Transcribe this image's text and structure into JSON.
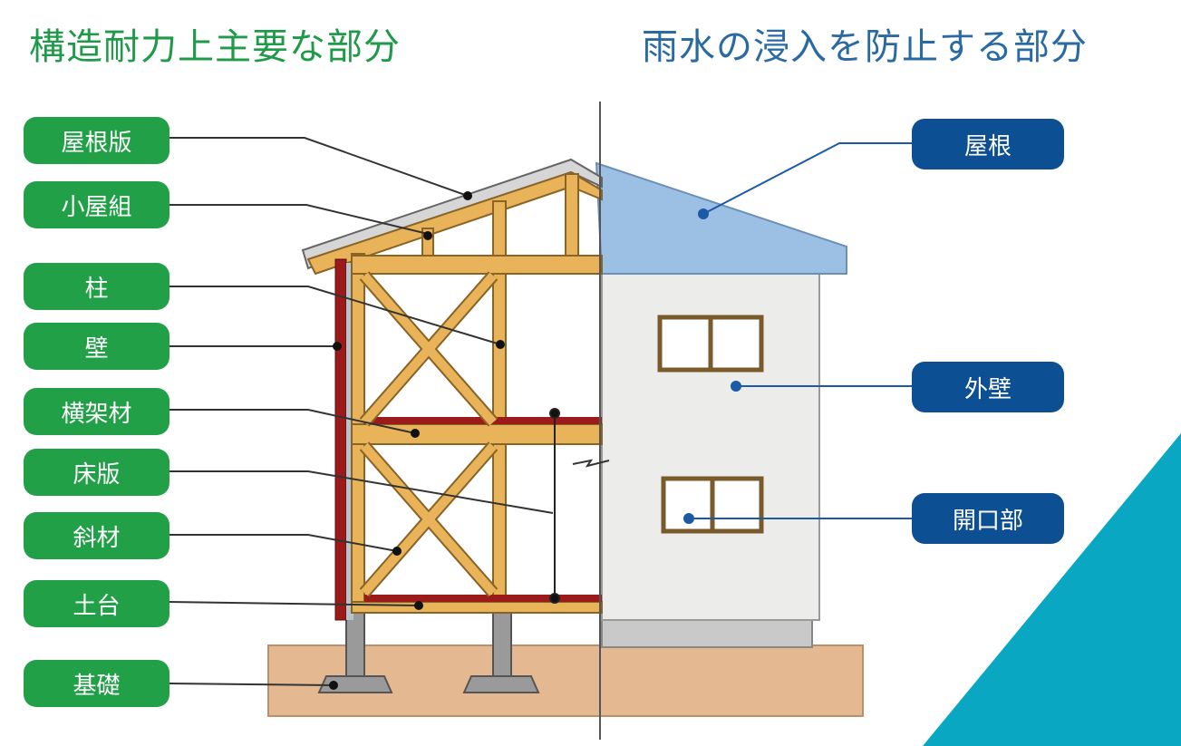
{
  "headings": {
    "structural": "構造耐力上主要な部分",
    "waterproof": "雨水の浸入を防止する部分"
  },
  "structural_labels": [
    "屋根版",
    "小屋組",
    "柱",
    "壁",
    "横架材",
    "床版",
    "斜材",
    "土台",
    "基礎"
  ],
  "waterproof_labels": [
    "屋根",
    "外壁",
    "開口部"
  ],
  "colors": {
    "structural_green": "#21a048",
    "waterproof_blue": "#0c4f93",
    "timber": "#e9b35a",
    "red_member": "#9b1b1b",
    "roof_blue": "#9cc0e3",
    "wall_gray": "#ececea",
    "ground": "#e4b891",
    "teal_corner": "#0aa7c2"
  }
}
